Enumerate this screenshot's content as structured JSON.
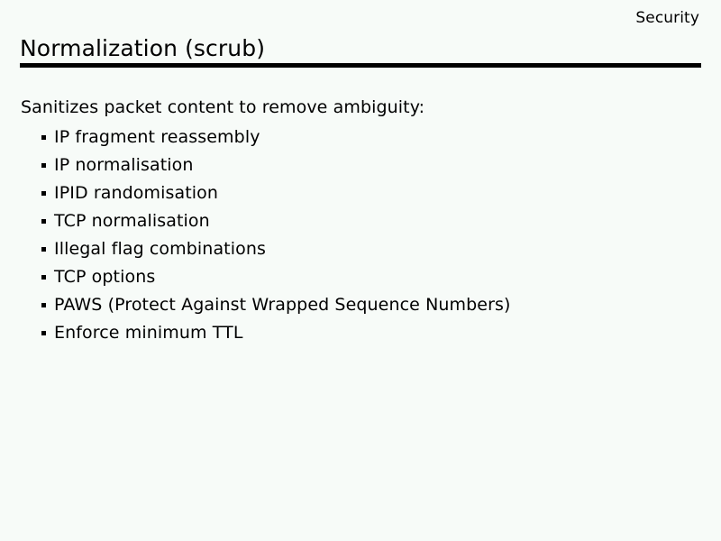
{
  "slide": {
    "running_header": "Security",
    "title": "Normalization (scrub)",
    "intro": "Sanitizes packet content to remove ambiguity:",
    "bullet_marker_glyph": "square-bullet-icon",
    "bullets": [
      {
        "label": "IP fragment reassembly"
      },
      {
        "label": "IP normalisation"
      },
      {
        "label": "IPID randomisation"
      },
      {
        "label": "TCP normalisation"
      },
      {
        "label": "Illegal flag combinations"
      },
      {
        "label": "TCP options"
      },
      {
        "label": "PAWS (Protect Against Wrapped Sequence Numbers)"
      },
      {
        "label": "Enforce minimum TTL"
      }
    ]
  },
  "colors": {
    "background": "#f7fbf8",
    "text": "#000000",
    "rule": "#000000"
  }
}
